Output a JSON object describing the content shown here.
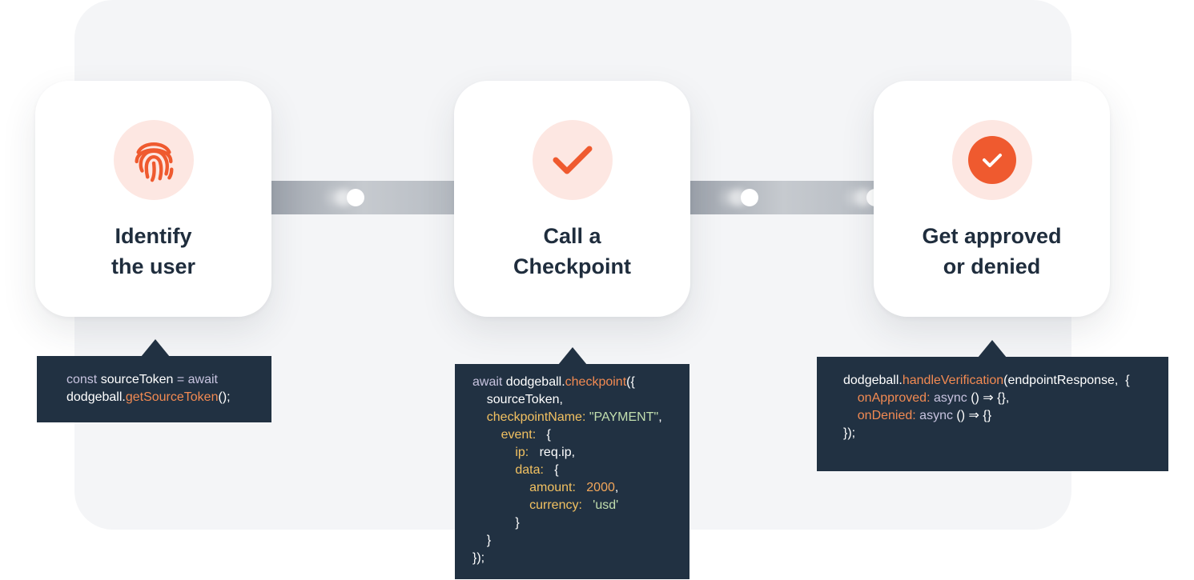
{
  "colors": {
    "accent": "#ef5a2f",
    "accent_light": "#fde7e2",
    "card_title": "#1f2d3d",
    "code_bg": "#213142",
    "code_keyword": "#c7c3df",
    "code_function": "#f28a52",
    "code_property": "#f2c161",
    "code_string": "#c2dfaf",
    "code_number": "#f2a65a"
  },
  "steps": [
    {
      "icon": "fingerprint-icon",
      "title_line1": "Identify",
      "title_line2": "the user"
    },
    {
      "icon": "checkmark-icon",
      "title_line1": "Call a",
      "title_line2": "Checkpoint"
    },
    {
      "icon": "approved-check-icon",
      "title_line1": "Get approved",
      "title_line2": "or denied"
    }
  ],
  "code1": {
    "l1": {
      "const": "const",
      "var": " sourceToken ",
      "eq": "=",
      "await": " await"
    },
    "l2": {
      "obj": "dodgeball.",
      "fn": "getSourceToken",
      "rest": "();"
    }
  },
  "code2": {
    "l1": {
      "await": "await",
      "obj": " dodgeball.",
      "fn": "checkpoint",
      "rest": "({"
    },
    "l2": {
      "text": "    sourceToken,"
    },
    "l3": {
      "prop": "    checkpointName:",
      "str": " \"PAYMENT\"",
      "rest": ","
    },
    "l4": {
      "prop": "        event:",
      "rest": "   {"
    },
    "l5": {
      "prop": "            ip:",
      "rest": "   req.ip,"
    },
    "l6": {
      "prop": "            data:",
      "rest": "   {"
    },
    "l7": {
      "prop": "                amount:",
      "num": "   2000",
      "rest": ","
    },
    "l8": {
      "prop": "                currency:",
      "str": "   'usd'"
    },
    "l9": {
      "text": "            }"
    },
    "l10": {
      "text": "    }"
    },
    "l11": {
      "text": "});"
    }
  },
  "code3": {
    "l1": {
      "obj": "dodgeball.",
      "fn": "handleVerification",
      "rest": "(endpointResponse,  {"
    },
    "l2": {
      "prop": "    onApproved:",
      "kw": " async ",
      "rest": "() ⇒ {},"
    },
    "l3": {
      "prop": "    onDenied:",
      "kw": " async ",
      "rest": "() ⇒ {}"
    },
    "l4": {
      "text": "});"
    }
  }
}
